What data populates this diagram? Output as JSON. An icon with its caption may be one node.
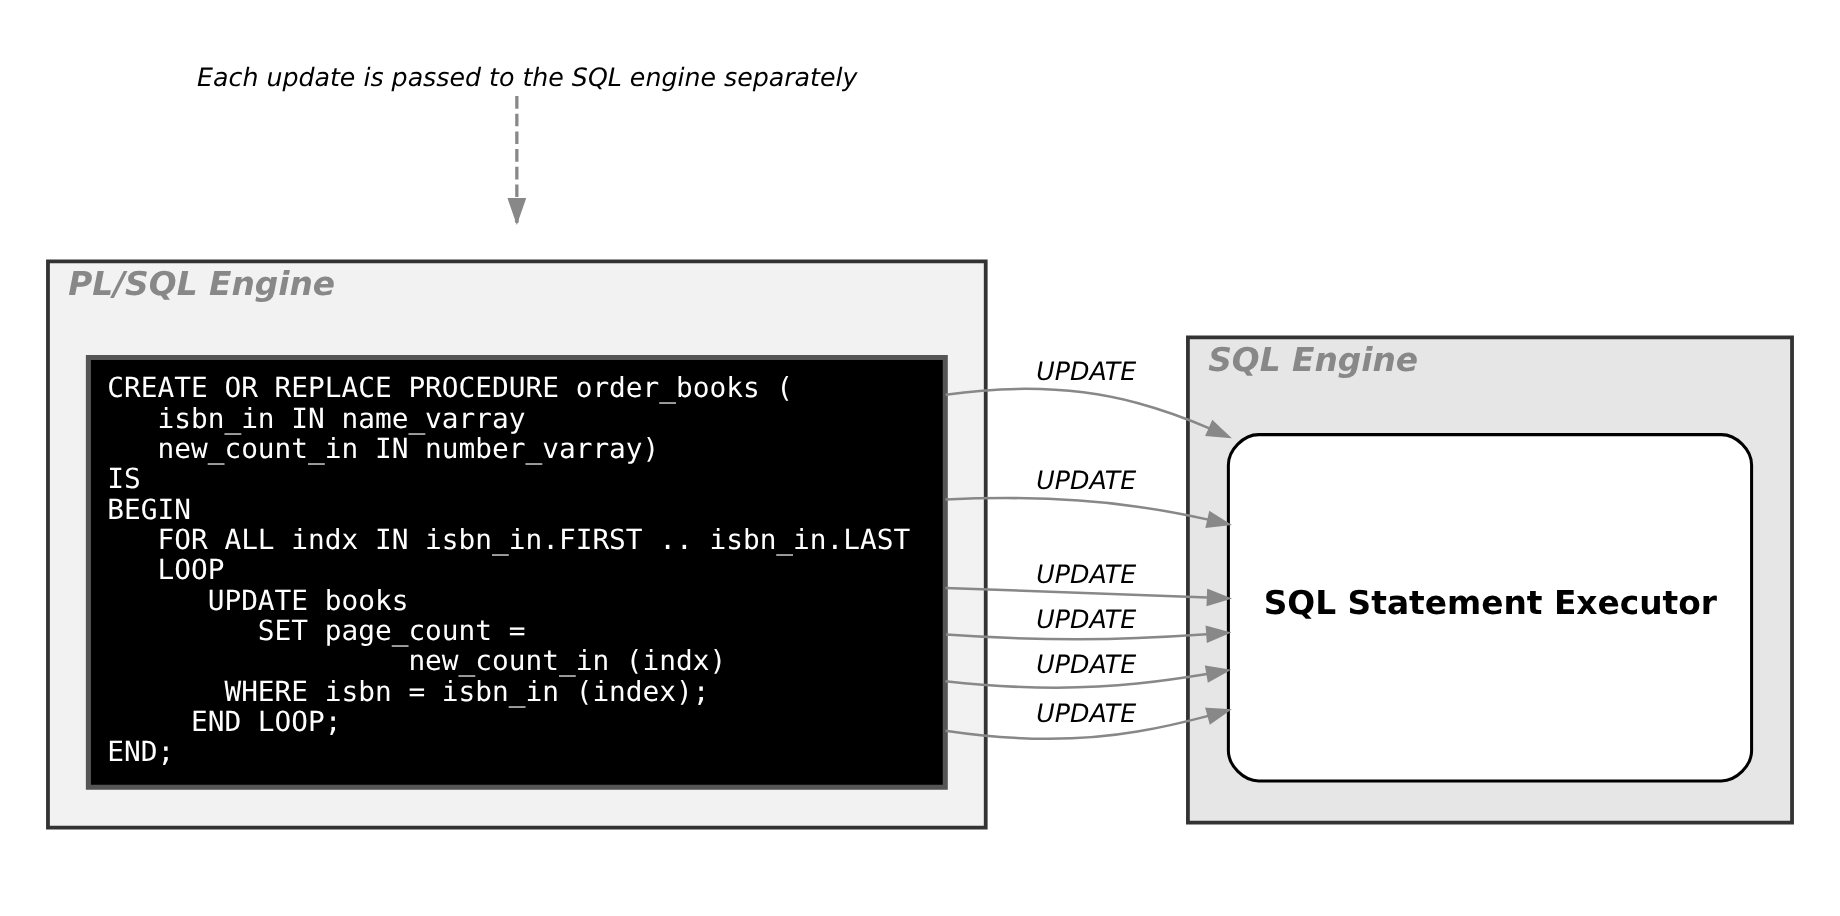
{
  "diagram": {
    "nodes": [
      {
        "text": [
          "PL/SQL Engine"
        ]
      },
      {
        "text": [
          "SQL Engine"
        ]
      },
      {
        "text": [
          "CREATE OR REPLACE PROCEDURE order_books (",
          "isbn_in IN name_varray",
          "new_count_in IN number_varray)",
          "IS",
          "BEGIN",
          "FOR ALL indx IN isbn_in.FIRST .. isbn_in.LAST",
          "LOOP",
          "UPDATE books",
          "SET page_count =",
          "new_count_in (indx)",
          "WHERE isbn = isbn_in (index);",
          "END LOOP;",
          "END;"
        ],
        "in": 0
      },
      {
        "text": [
          "SQL Statement Executor"
        ],
        "in": 1
      },
      {
        "text": [
          "Each update is passed to the SQL engine separately"
        ]
      }
    ],
    "edges": [
      {
        "from": 2,
        "to": 3,
        "arrow": "to",
        "label": "UPDATE"
      },
      {
        "from": 2,
        "to": 3,
        "arrow": "to",
        "label": "UPDATE"
      },
      {
        "from": 2,
        "to": 3,
        "arrow": "to",
        "label": "UPDATE"
      },
      {
        "from": 2,
        "to": 3,
        "arrow": "to",
        "label": "UPDATE"
      },
      {
        "from": 2,
        "to": 3,
        "arrow": "to",
        "label": "UPDATE"
      },
      {
        "from": 2,
        "to": 3,
        "arrow": "to",
        "label": "UPDATE"
      },
      {
        "from": 4,
        "to": null,
        "arrow": "to",
        "style": "dashed"
      }
    ]
  }
}
